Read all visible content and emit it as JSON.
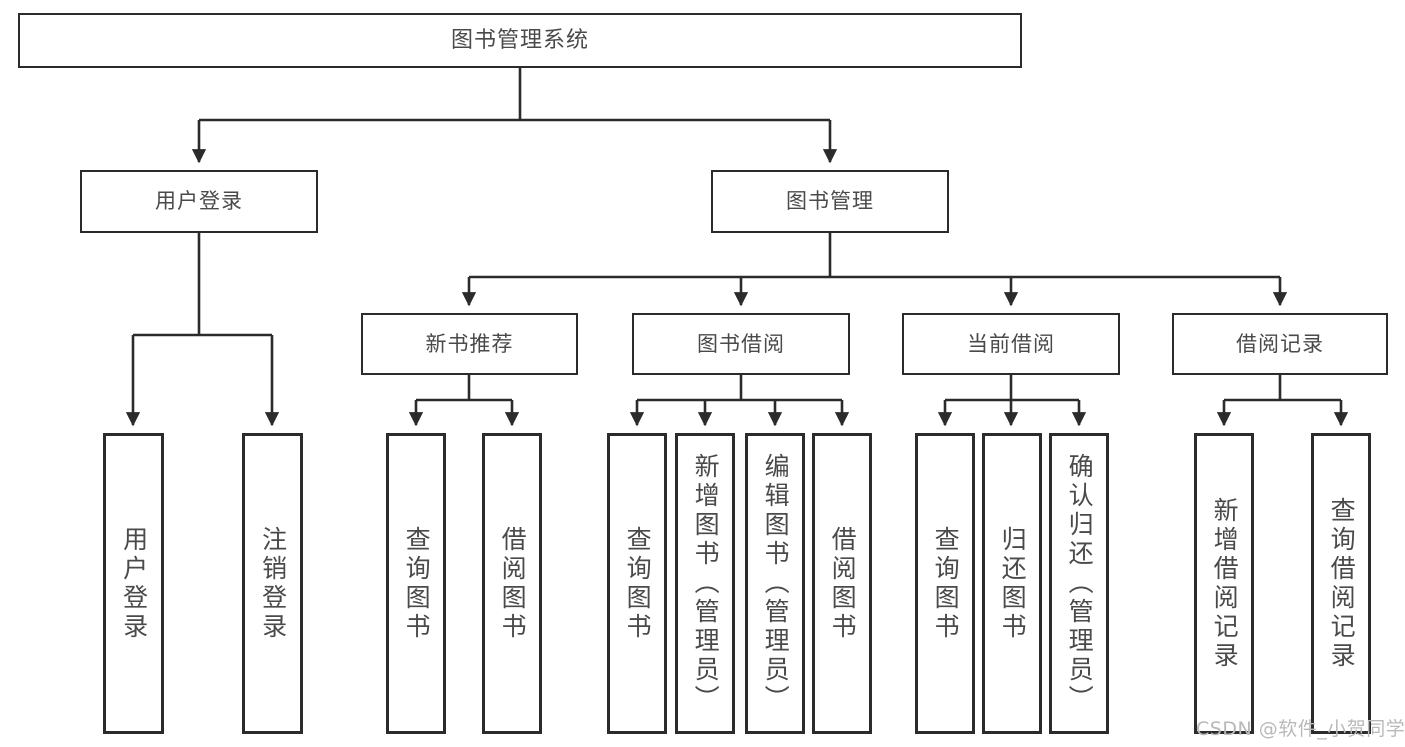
{
  "diagram": {
    "type": "tree-hierarchy",
    "title": "图书管理系统",
    "watermark": "CSDN @软件_小贺同学",
    "colors": {
      "stroke": "#2b2b2b",
      "text": "#4a4a4a",
      "background": "#ffffff",
      "watermark": "#b9b9b9"
    },
    "nodes": {
      "root": {
        "label": "图书管理系统"
      },
      "user_login": {
        "label": "用户登录"
      },
      "book_manage": {
        "label": "图书管理"
      },
      "new_book": {
        "label": "新书推荐"
      },
      "book_borrow": {
        "label": "图书借阅"
      },
      "current_borrow": {
        "label": "当前借阅"
      },
      "borrow_record": {
        "label": "借阅记录"
      },
      "leaf_user_login": {
        "label": "用户登录"
      },
      "leaf_logout": {
        "label": "注销登录"
      },
      "leaf_query_book_1": {
        "label": "查询图书"
      },
      "leaf_borrow_book_1": {
        "label": "借阅图书"
      },
      "leaf_query_book_2": {
        "label": "查询图书"
      },
      "leaf_add_book": {
        "label": "新增图书（管理员）"
      },
      "leaf_edit_book": {
        "label": "编辑图书（管理员）"
      },
      "leaf_borrow_book_2": {
        "label": "借阅图书"
      },
      "leaf_query_book_3": {
        "label": "查询图书"
      },
      "leaf_return_book": {
        "label": "归还图书"
      },
      "leaf_confirm_return": {
        "label": "确认归还（管理员）"
      },
      "leaf_add_record": {
        "label": "新增借阅记录"
      },
      "leaf_query_record": {
        "label": "查询借阅记录"
      }
    },
    "edges": [
      {
        "from": "root",
        "to": "user_login"
      },
      {
        "from": "root",
        "to": "book_manage"
      },
      {
        "from": "user_login",
        "to": "leaf_user_login"
      },
      {
        "from": "user_login",
        "to": "leaf_logout"
      },
      {
        "from": "book_manage",
        "to": "new_book"
      },
      {
        "from": "book_manage",
        "to": "book_borrow"
      },
      {
        "from": "book_manage",
        "to": "current_borrow"
      },
      {
        "from": "book_manage",
        "to": "borrow_record"
      },
      {
        "from": "new_book",
        "to": "leaf_query_book_1"
      },
      {
        "from": "new_book",
        "to": "leaf_borrow_book_1"
      },
      {
        "from": "book_borrow",
        "to": "leaf_query_book_2"
      },
      {
        "from": "book_borrow",
        "to": "leaf_add_book"
      },
      {
        "from": "book_borrow",
        "to": "leaf_edit_book"
      },
      {
        "from": "book_borrow",
        "to": "leaf_borrow_book_2"
      },
      {
        "from": "current_borrow",
        "to": "leaf_query_book_3"
      },
      {
        "from": "current_borrow",
        "to": "leaf_return_book"
      },
      {
        "from": "current_borrow",
        "to": "leaf_confirm_return"
      },
      {
        "from": "borrow_record",
        "to": "leaf_add_record"
      },
      {
        "from": "borrow_record",
        "to": "leaf_query_record"
      }
    ]
  }
}
